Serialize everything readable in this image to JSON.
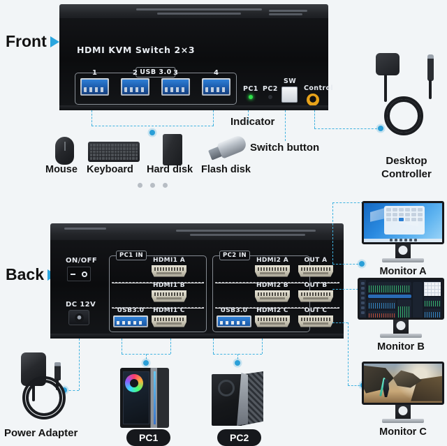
{
  "product": {
    "model_text": "HDMI KVM Switch 2×3",
    "front_section_label": "Front",
    "back_section_label": "Back"
  },
  "front": {
    "usb_group_tag": "USB 3.0",
    "usb_ports": [
      {
        "number": "1"
      },
      {
        "number": "2"
      },
      {
        "number": "3"
      },
      {
        "number": "4"
      }
    ],
    "indicators": [
      {
        "label": "PC1",
        "state": "on"
      },
      {
        "label": "PC2",
        "state": "off"
      }
    ],
    "switch_label": "SW",
    "control_label": "Control"
  },
  "callouts": {
    "indicator": "Indicator",
    "switch_button": "Switch button",
    "desktop_controller": "Desktop Controller",
    "power_adapter": "Power Adapter"
  },
  "peripherals": [
    {
      "name": "Mouse",
      "icon": "mouse-icon"
    },
    {
      "name": "Keyboard",
      "icon": "keyboard-icon"
    },
    {
      "name": "Hard disk",
      "icon": "hard-disk-icon"
    },
    {
      "name": "Flash disk",
      "icon": "flash-disk-icon"
    }
  ],
  "back": {
    "power_switch_label": "ON/OFF",
    "dc_label": "DC 12V",
    "groups": [
      {
        "tag": "PC1 IN",
        "usb_label": "USB3.0",
        "ports": [
          "HDMI1 A",
          "HDMI1 B",
          "HDMI1 C"
        ]
      },
      {
        "tag": "PC2 IN",
        "usb_label": "USB3.0",
        "ports": [
          "HDMI2 A",
          "HDMI2 B",
          "HDMI2 C"
        ]
      }
    ],
    "outputs": [
      "OUT A",
      "OUT B",
      "OUT C"
    ]
  },
  "computers": [
    {
      "name": "PC1"
    },
    {
      "name": "PC2"
    }
  ],
  "monitors": [
    {
      "name": "Monitor A",
      "content": "windows-desktop"
    },
    {
      "name": "Monitor B",
      "content": "trading-dashboard"
    },
    {
      "name": "Monitor C",
      "content": "game-scene"
    }
  ],
  "colors": {
    "background": "#f2f5f7",
    "accent_line": "#3fb2e0",
    "marker": "#2aa6df",
    "led_on": "#2fe04a",
    "usb_blue": "#2f7fd6"
  }
}
